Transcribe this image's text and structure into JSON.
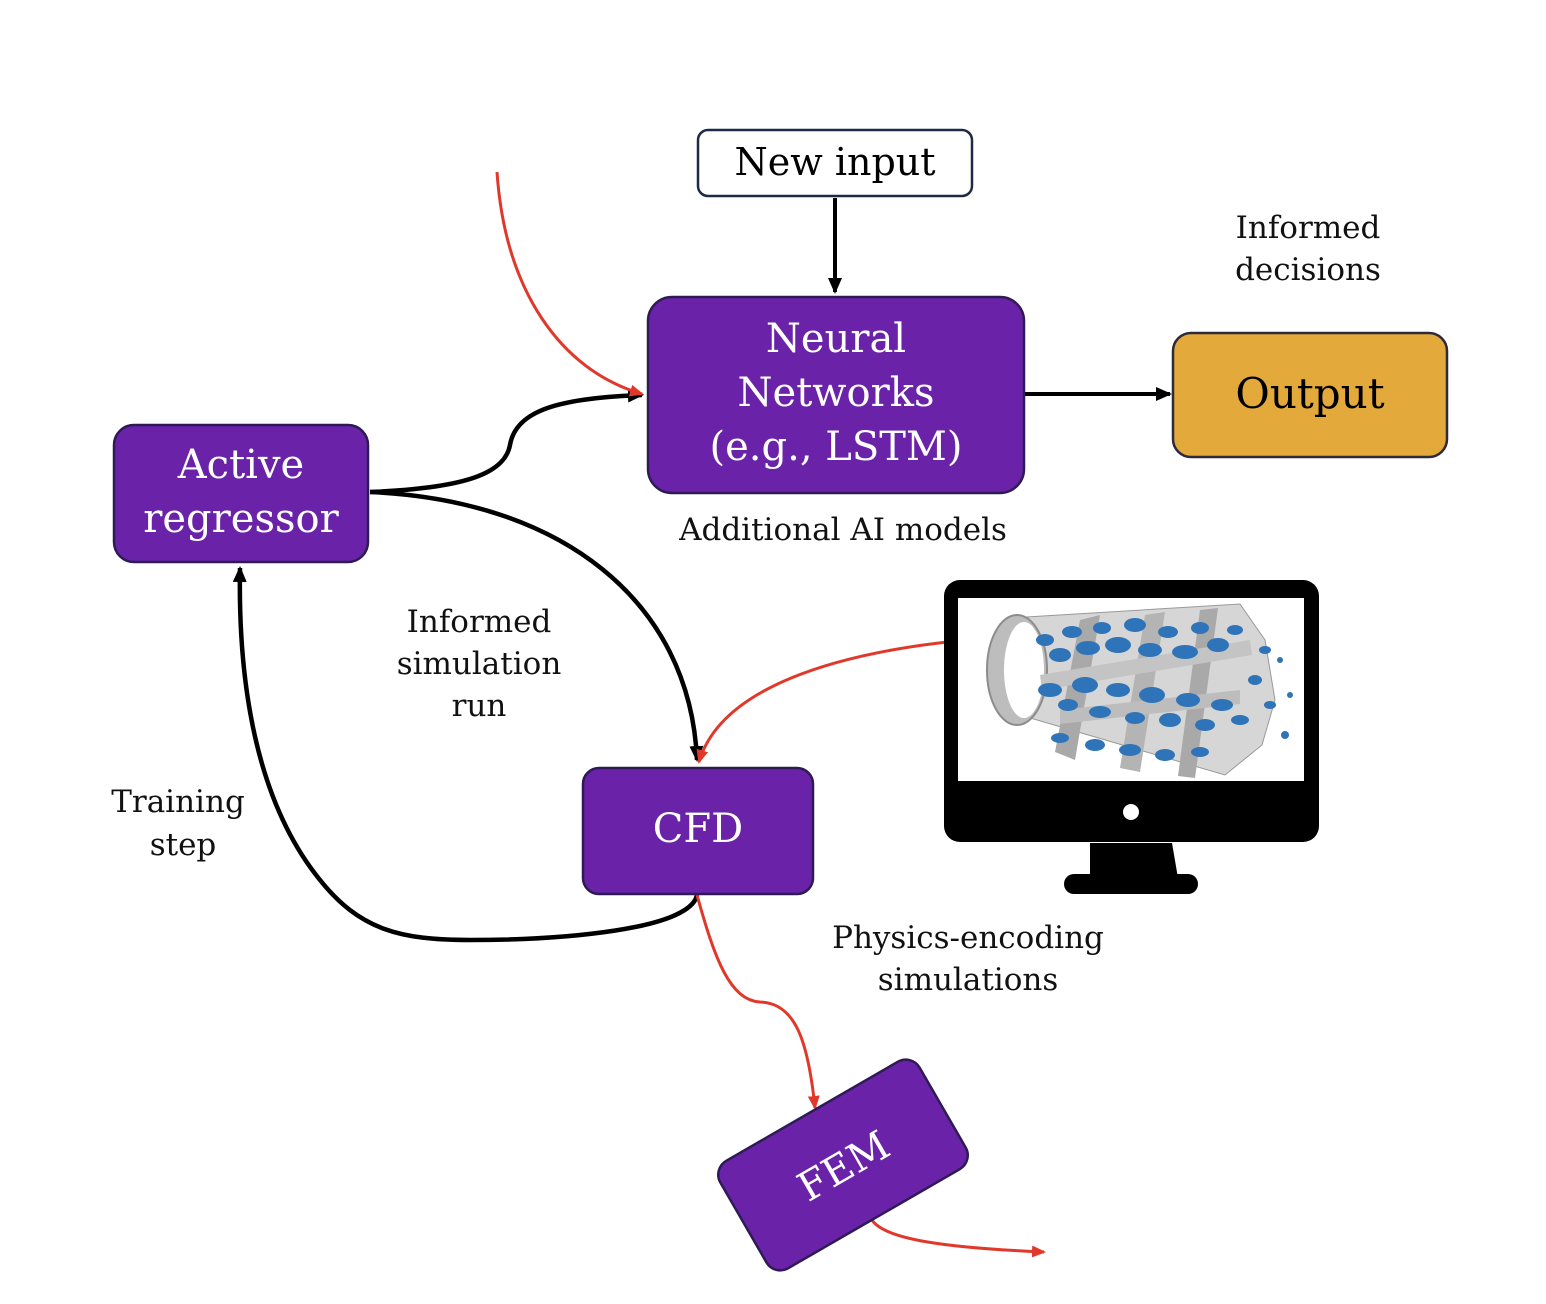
{
  "colors": {
    "box_fill": "#6a23a8",
    "box_border": "#2e1b55",
    "output_fill": "#e3a93a",
    "black_arrow": "#000000",
    "red_arrow": "#e0382a",
    "particle_blue": "#2f74b8"
  },
  "nodes": {
    "new_input": "New input",
    "neural_networks": [
      "Neural",
      "Networks",
      "(e.g., LSTM)"
    ],
    "output": "Output",
    "active_regressor": [
      "Active",
      "regressor"
    ],
    "cfd": "CFD",
    "fem": "FEM"
  },
  "labels": {
    "informed_decisions": [
      "Informed",
      "decisions"
    ],
    "additional_ai_models": "Additional AI models",
    "informed_simulation_run": [
      "Informed",
      "simulation",
      "run"
    ],
    "training_step": [
      "Training",
      "step"
    ],
    "physics_encoding_simulations": [
      "Physics-encoding",
      "simulations"
    ]
  },
  "icons": {
    "monitor": "computer-monitor-icon",
    "simulation_render": "cfd-particle-render"
  }
}
